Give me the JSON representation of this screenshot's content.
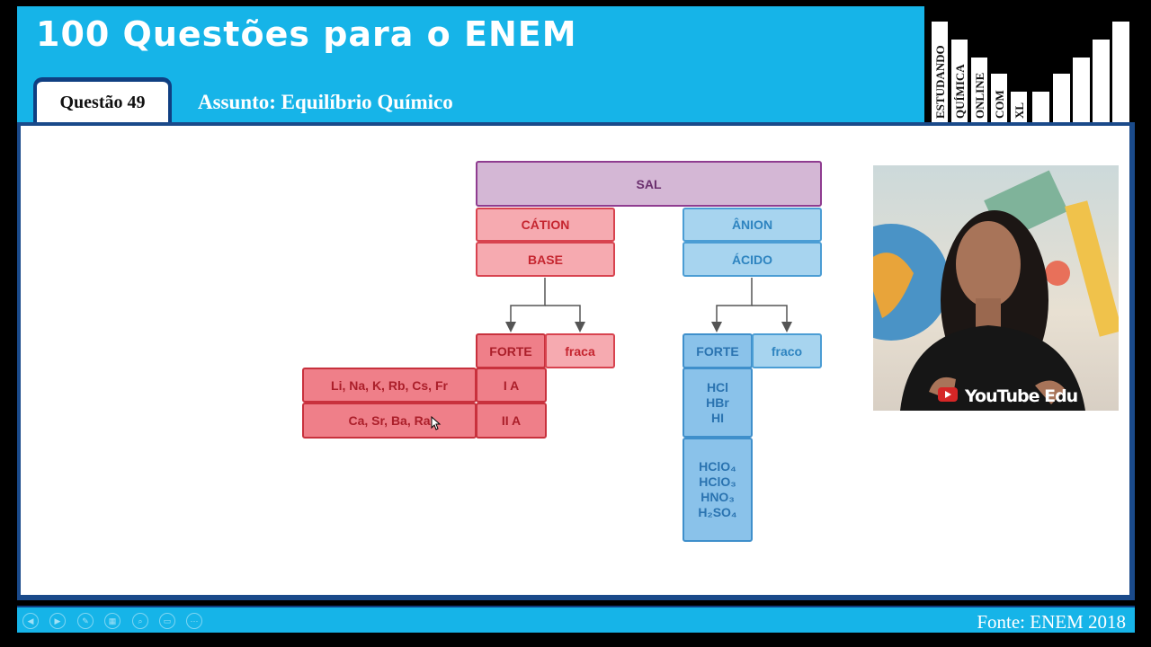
{
  "header": {
    "title": "100 Questões para o ENEM",
    "tab_label": "Questão 49",
    "subject": "Assunto: Equilíbrio Químico"
  },
  "logo": {
    "words": [
      "ESTUDANDO",
      "QUÍMICA",
      "ONLINE",
      "COM",
      "XL"
    ]
  },
  "diagram": {
    "sal": "SAL",
    "cation": "CÁTION",
    "base": "BASE",
    "anion": "ÂNION",
    "acido": "ÁCIDO",
    "base_forte": "FORTE",
    "base_fraca": "fraca",
    "acid_forte": "FORTE",
    "acid_fraco": "fraco",
    "group_1_metals": "Li, Na, K, Rb, Cs, Fr",
    "group_1_label": "I A",
    "group_2_metals": "Ca, Sr, Ba, Ra",
    "group_2_label": "II A",
    "hydracids": [
      "HCl",
      "HBr",
      "HI"
    ],
    "oxyacids": [
      "HClO₄",
      "HClO₃",
      "HNO₃",
      "H₂SO₄"
    ]
  },
  "webcam": {
    "watermark": "YouTube Edu"
  },
  "footer": {
    "source": "Fonte: ENEM 2018"
  },
  "colors": {
    "header_blue": "#16b4e8",
    "frame_navy": "#0f3f82",
    "purple": "#d4b7d5",
    "red": "#f6aab0",
    "blue": "#a7d4ef"
  }
}
